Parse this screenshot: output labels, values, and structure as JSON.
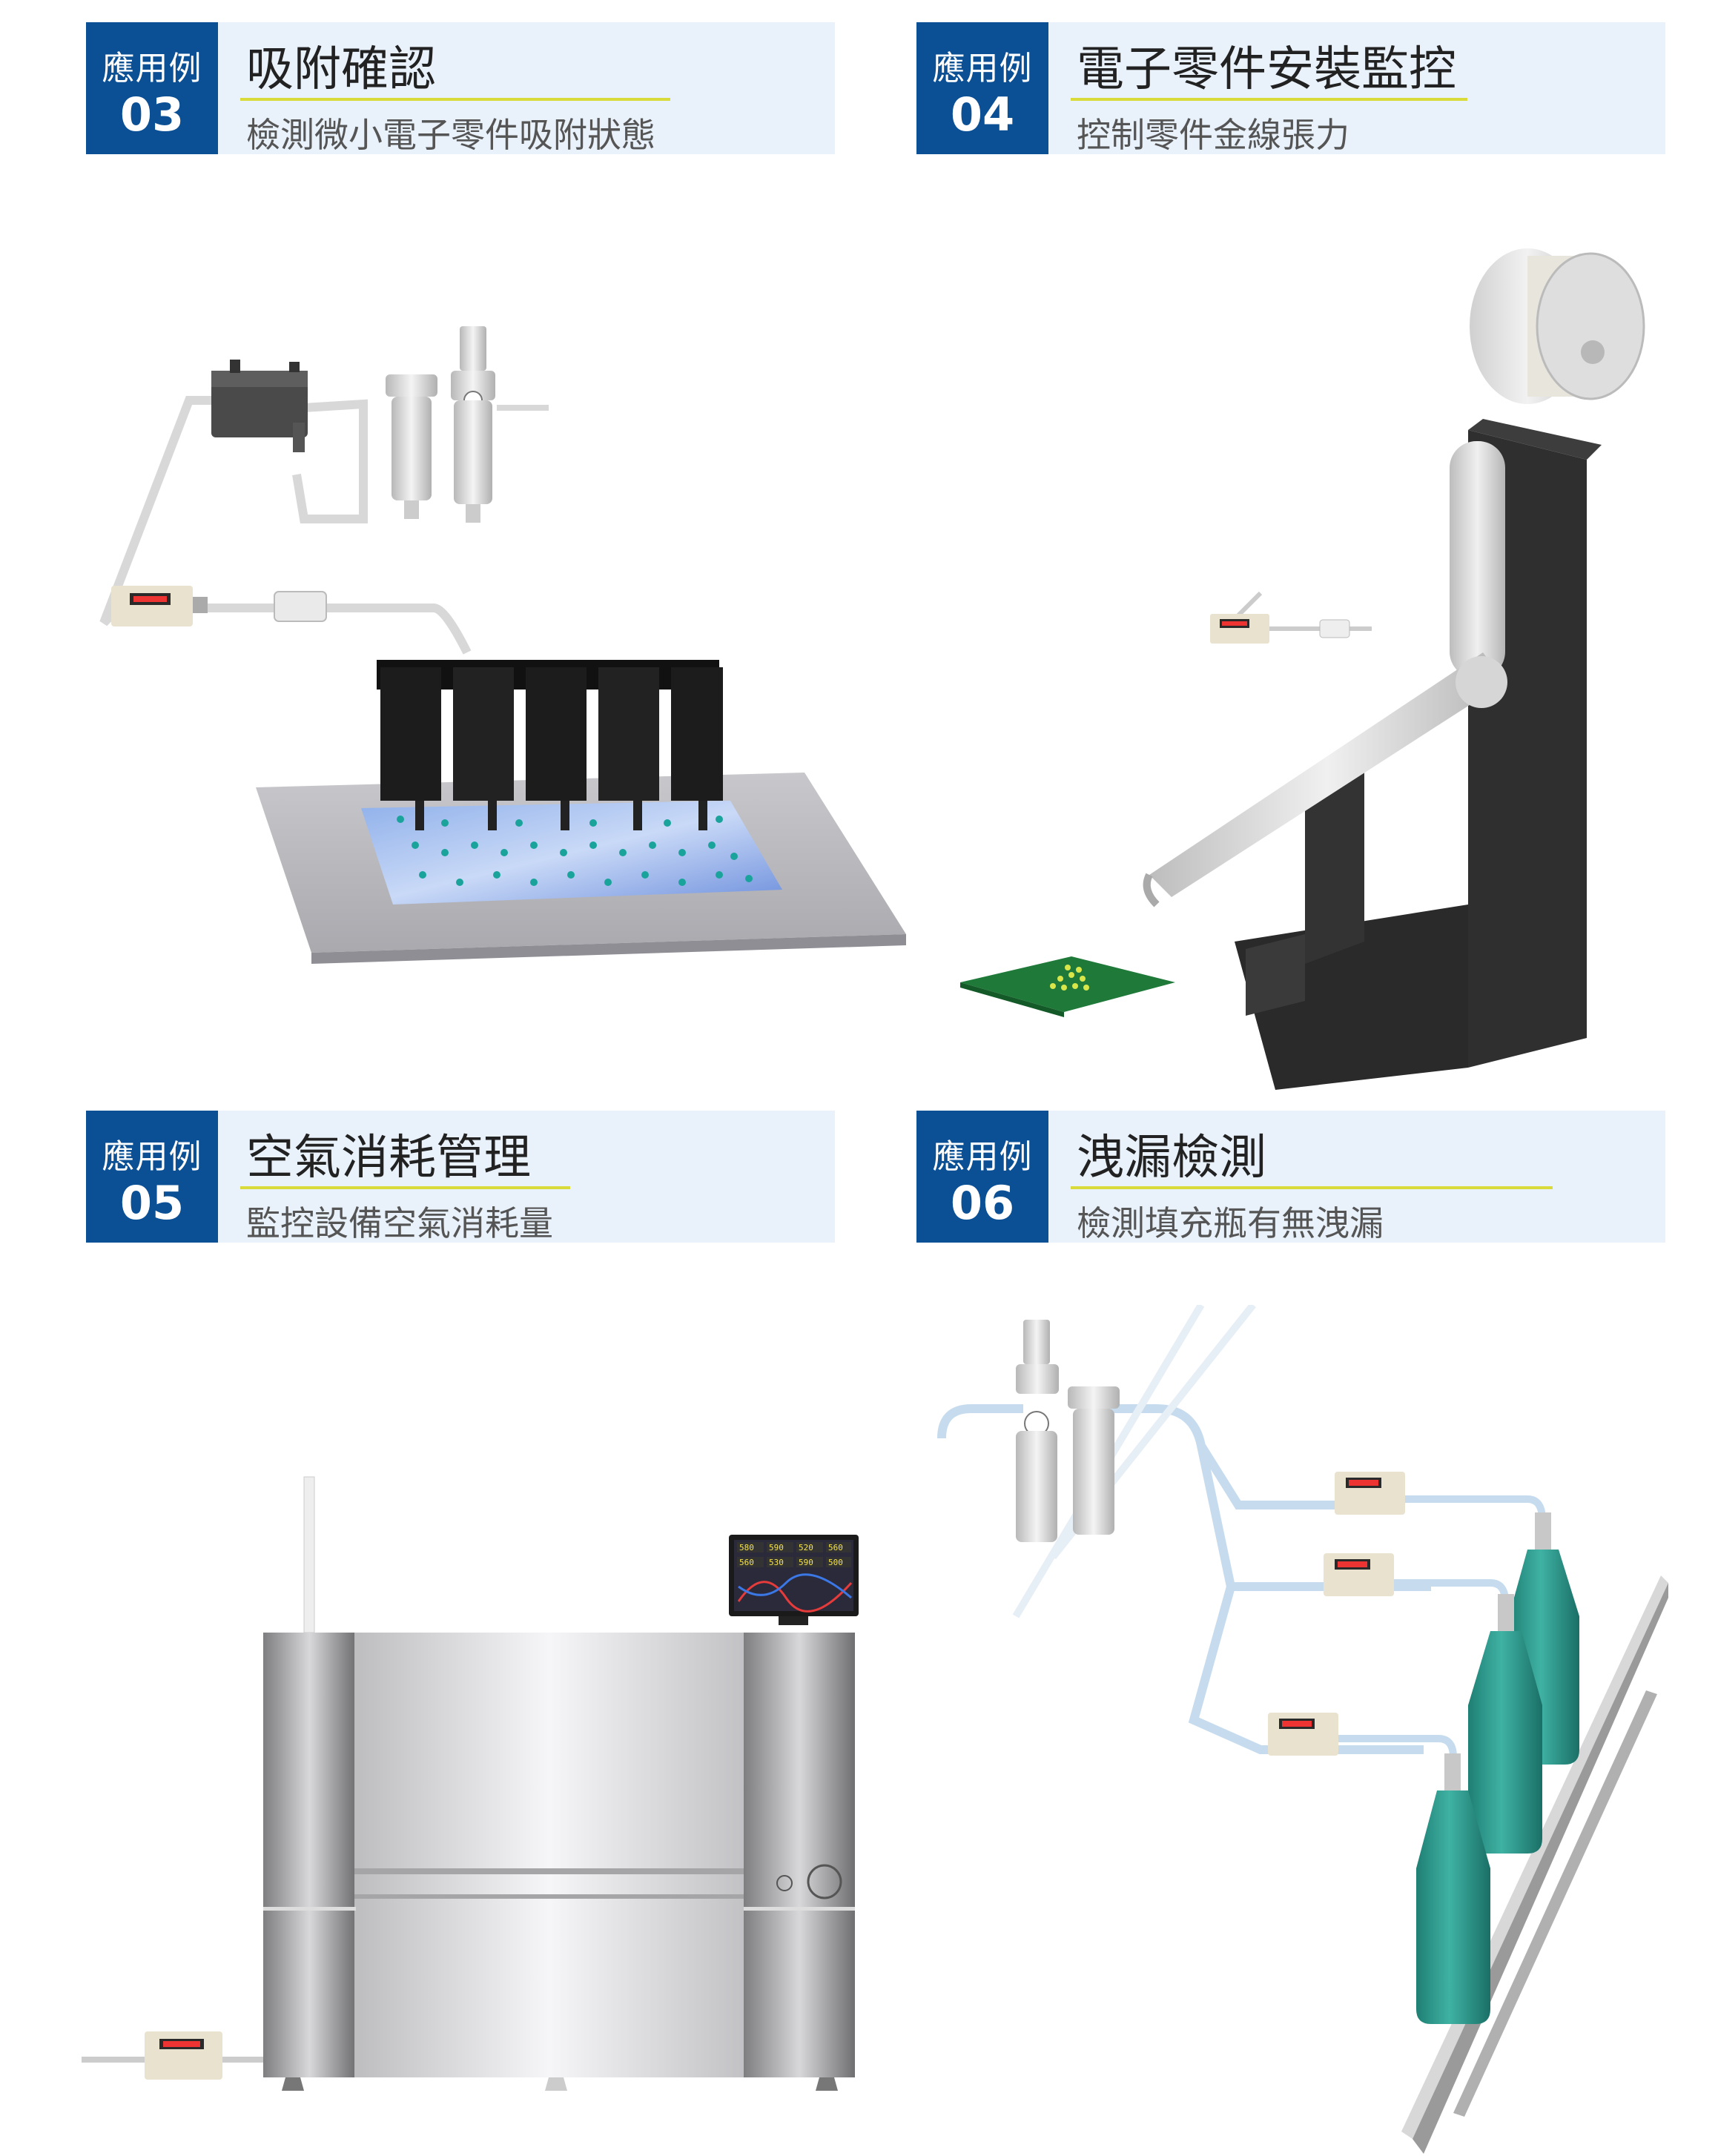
{
  "sections": [
    {
      "label": "應用例",
      "number": "03",
      "title": "吸附確認",
      "subtitle": "檢測微小電子零件吸附狀態"
    },
    {
      "label": "應用例",
      "number": "04",
      "title": "電子零件安裝監控",
      "subtitle": "控制零件金線張力"
    },
    {
      "label": "應用例",
      "number": "05",
      "title": "空氣消耗管理",
      "subtitle": "監控設備空氣消耗量"
    },
    {
      "label": "應用例",
      "number": "06",
      "title": "洩漏檢測",
      "subtitle": "檢測填充瓶有無洩漏"
    }
  ],
  "monitor_readings": [
    "580",
    "590",
    "520",
    "560",
    "560",
    "530",
    "590",
    "500"
  ],
  "colors": {
    "badge": "#0b4f94",
    "panel": "#e9f2fb",
    "underline": "#d8db3a",
    "bottle": "#2b9a8c",
    "pcb": "#1f7a3a",
    "nozzle_block": "#1c1c1c"
  }
}
